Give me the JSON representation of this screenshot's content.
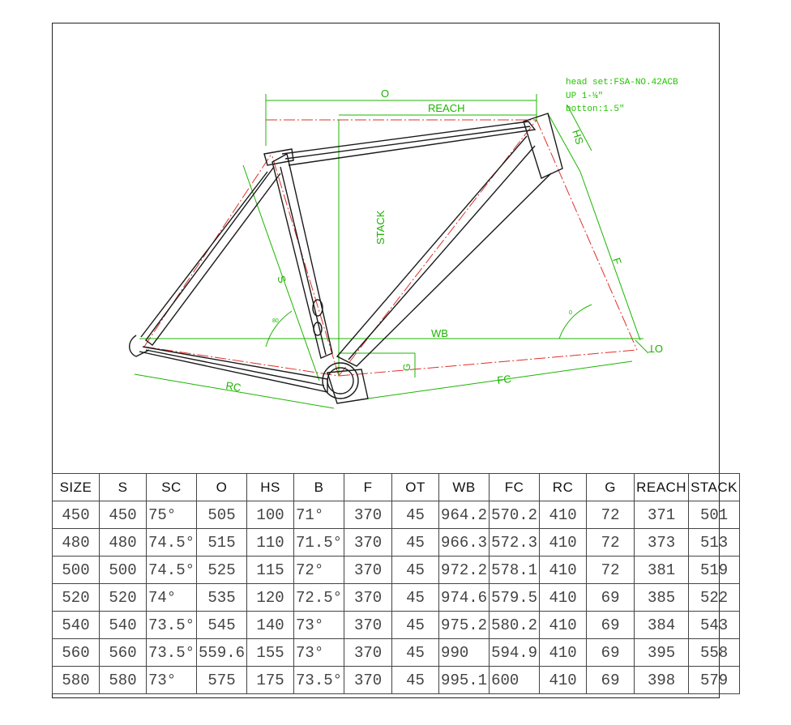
{
  "drawing": {
    "labels": {
      "o": "O",
      "reach": "REACH",
      "stack": "STACK",
      "hs": "HS",
      "f": "F",
      "s": "S",
      "wb": "WB",
      "g": "G",
      "rc": "RC",
      "fc": "FC",
      "ot": "OT",
      "angle_seat": "80",
      "angle_head": "0"
    },
    "notes": {
      "headset": "head set:FSA-NO.42ACB",
      "up": "UP 1-⅛\"",
      "bottom": "botton:1.5\""
    },
    "colors": {
      "dimension": "#1cb400",
      "centerline": "#e0302a",
      "frame": "#1a1a1a"
    }
  },
  "table": {
    "headers": [
      "SIZE",
      "S",
      "SC",
      "O",
      "HS",
      "B",
      "F",
      "OT",
      "WB",
      "FC",
      "RC",
      "G",
      "REACH",
      "STACK"
    ],
    "rows": [
      [
        "450",
        "450",
        "75°",
        "505",
        "100",
        "71°",
        "370",
        "45",
        "964.2",
        "570.2",
        "410",
        "72",
        "371",
        "501"
      ],
      [
        "480",
        "480",
        "74.5°",
        "515",
        "110",
        "71.5°",
        "370",
        "45",
        "966.3",
        "572.3",
        "410",
        "72",
        "373",
        "513"
      ],
      [
        "500",
        "500",
        "74.5°",
        "525",
        "115",
        "72°",
        "370",
        "45",
        "972.2",
        "578.1",
        "410",
        "72",
        "381",
        "519"
      ],
      [
        "520",
        "520",
        "74°",
        "535",
        "120",
        "72.5°",
        "370",
        "45",
        "974.6",
        "579.5",
        "410",
        "69",
        "385",
        "522"
      ],
      [
        "540",
        "540",
        "73.5°",
        "545",
        "140",
        "73°",
        "370",
        "45",
        "975.2",
        "580.2",
        "410",
        "69",
        "384",
        "543"
      ],
      [
        "560",
        "560",
        "73.5°",
        "559.6",
        "155",
        "73°",
        "370",
        "45",
        "990",
        "594.9",
        "410",
        "69",
        "395",
        "558"
      ],
      [
        "580",
        "580",
        "73°",
        "575",
        "175",
        "73.5°",
        "370",
        "45",
        "995.1",
        "600",
        "410",
        "69",
        "398",
        "579"
      ]
    ]
  }
}
